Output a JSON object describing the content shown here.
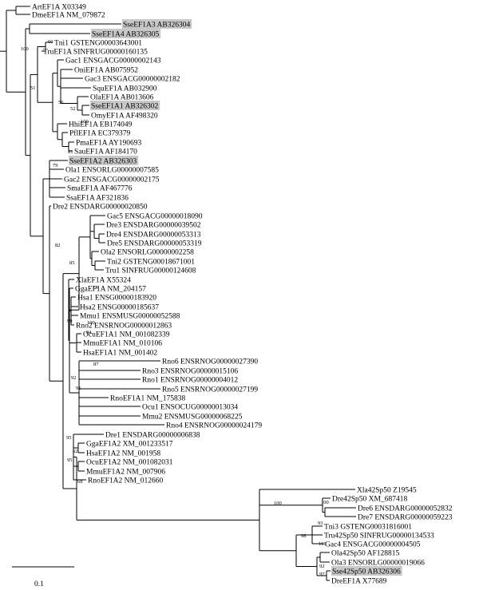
{
  "tree": {
    "leaves": [
      "ArtEF1A  X03349",
      "DmeEF1A  NM_079872",
      "SseEF1A3  AB326304",
      "SseEF1A4  AB326305",
      "Tni1  GSTENG00003643001",
      "TruEF1A  SINFRUG00000160135",
      "Gac1  ENSGACG00000002143",
      "OniEF1A  AB075952",
      "Gac3  ENSGACG00000002182",
      "SquEF1A  AB032900",
      "OlaEF1A  AB013606",
      "SseEF1A1  AB326302",
      "OmyEF1A  AF498320",
      "HhiEF1A  EB174049",
      "PflEF1A  EC379379",
      "PmaEF1A  AY190693",
      "SauEF1A  AF184170",
      "SseEF1A2  AB326303",
      "Ola1  ENSORLG00000007585",
      "Gac2  ENSGACG00000002175",
      "SmaEF1A  AF467776",
      "SsaEF1A  AF321836",
      "Dre2  ENSDARG00000020850",
      "Gac5  ENSGACG00000018090",
      "Dre3  ENSDARG00000039502",
      "Dre4  ENSDARG00000053313",
      "Dre5  ENSDARG00000053319",
      "Ola2  ENSORLG00000002258",
      "Tni2  GSTENG00018671001",
      "Tru1  SINFRUG00000124608",
      "XlaEF1A  X55324",
      "GgaEF1A  NM_204157",
      "Hsa1  ENSG00000183920",
      "Hsa2  ENSG00000185637",
      "Mmu1  ENSMUSG00000052588",
      "Rno2  ENSRNOG00000012863",
      "OcuEF1A1  NM_001082339",
      "MmuEF1A1  NM_010106",
      "HsaEF1A1  NM_001402",
      "Rno6  ENSRNOG00000027390",
      "Rno3  ENSRNOG00000015106",
      "Rno1  ENSRNOG00000004012",
      "Rno5  ENSRNOG00000027199",
      "RnoEF1A1  NM_175838",
      "Ocu1  ENSOCUG00000013034",
      "Mmu2  ENSMUSG00000068225",
      "Rno4  ENSRNOG00000024179",
      "Dre1  ENSDARG00000006838",
      "GgaEF1A2  XM_001233517",
      "HsaEF1A2  NM_001958",
      "OcuEF1A2  NM_001082031",
      "MmuEF1A2  NM_007906",
      "RnoEF1A2  NM_012660",
      "Xla42Sp50  Z19545",
      "Dre42Sp50  XM_687418",
      "Dre6  ENSDARG00000052832",
      "Dre7  ENSDARG00000059223",
      "Tni3  GSTENG00031816001",
      "Tru42Sp50  SINFRUG00000134533",
      "Gac4  ENSGACG00000004505",
      "Ola42Sp50  AF128815",
      "Ola3  ENSORLG00000019066",
      "Sse42Sp50  AB326306",
      "DreEF1A  X77689"
    ],
    "highlighted": [
      "SseEF1A3  AB326304",
      "SseEF1A4  AB326305",
      "SseEF1A1  AB326302",
      "SseEF1A2  AB326303",
      "Sse42Sp50  AB326306"
    ],
    "highlight_color": "#c8c8c8",
    "bootstrap": [
      "100",
      "60",
      "51",
      "56",
      "52",
      "100",
      "81",
      "79",
      "82",
      "99",
      "85",
      "74",
      "100",
      "84",
      "87",
      "92",
      "91",
      "95",
      "62",
      "95",
      "68",
      "100",
      "100",
      "93",
      "98",
      "100",
      "92",
      "97"
    ],
    "scale_label": "0.1"
  }
}
